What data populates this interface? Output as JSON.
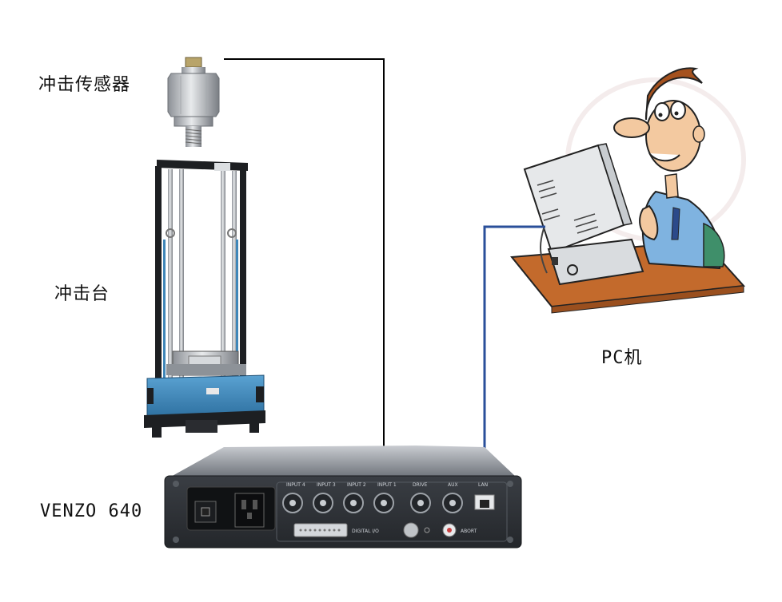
{
  "labels": {
    "sensor": "冲击传感器",
    "shock_table": "冲击台",
    "pc": "PC机",
    "device": "VENZO 640"
  },
  "device_panel": {
    "inputs": [
      "INPUT 4",
      "INPUT 3",
      "INPUT 2",
      "INPUT 1"
    ],
    "drive": "DRIVE",
    "aux": "AUX",
    "lan": "LAN",
    "digital_io": "DIGITAL I/O",
    "abort": "ABORT"
  },
  "colors": {
    "sensor_cable": "#000000",
    "network_cable": "#2a4f9a",
    "table_base": "#3f86b8",
    "device_body": "#2e3136"
  }
}
